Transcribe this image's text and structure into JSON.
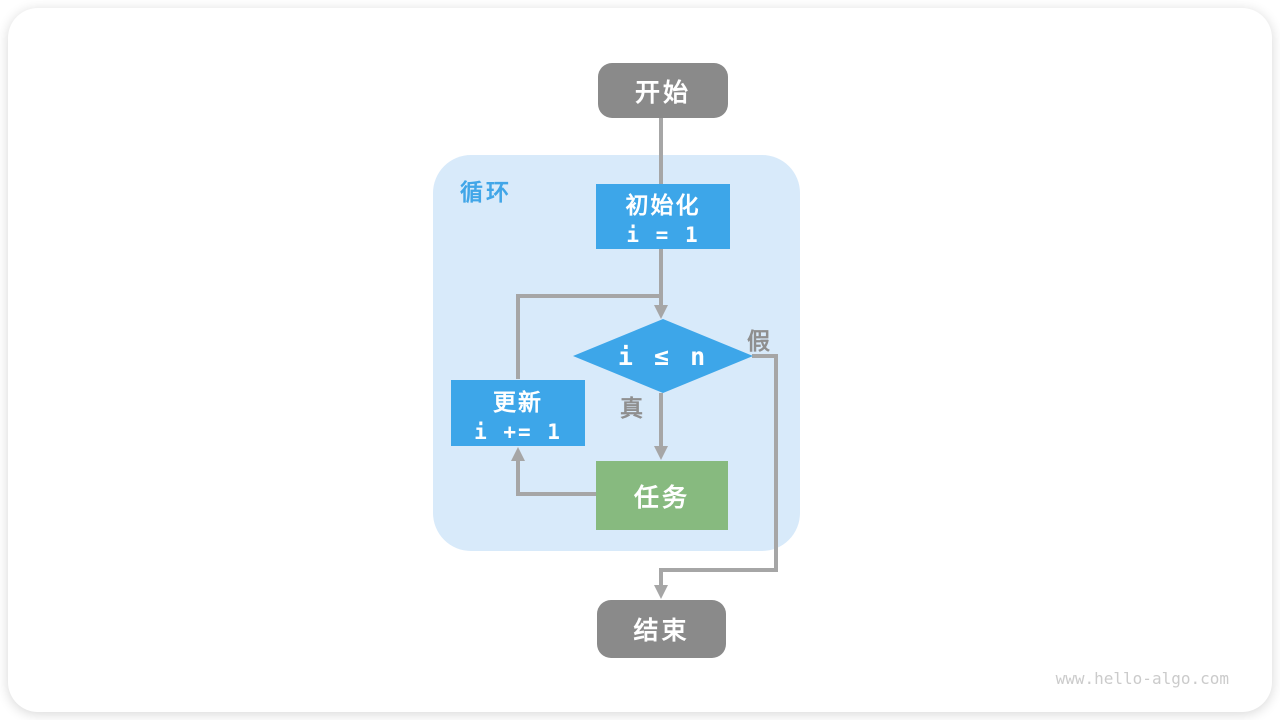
{
  "diagram": {
    "loop_label": "循环",
    "nodes": {
      "start": {
        "label": "开始",
        "type": "terminal"
      },
      "init": {
        "label": "初始化",
        "code": "i = 1",
        "type": "process"
      },
      "condition": {
        "code": "i ≤ n",
        "type": "decision"
      },
      "update": {
        "label": "更新",
        "code": "i += 1",
        "type": "process"
      },
      "task": {
        "label": "任务",
        "type": "process"
      },
      "end": {
        "label": "结束",
        "type": "terminal"
      }
    },
    "edge_labels": {
      "true": "真",
      "false": "假"
    },
    "colors": {
      "process_blue": "#3da6e9",
      "task_green": "#87ba7f",
      "terminal_gray": "#8a8a8a",
      "loop_region_bg": "#d8eafa",
      "loop_label_blue": "#41a6e8",
      "connector_gray": "#a6a6a6",
      "edge_label_gray": "#8f8f8f",
      "watermark_gray": "#cbcbcb"
    }
  },
  "footer": {
    "watermark": "www.hello-algo.com"
  }
}
